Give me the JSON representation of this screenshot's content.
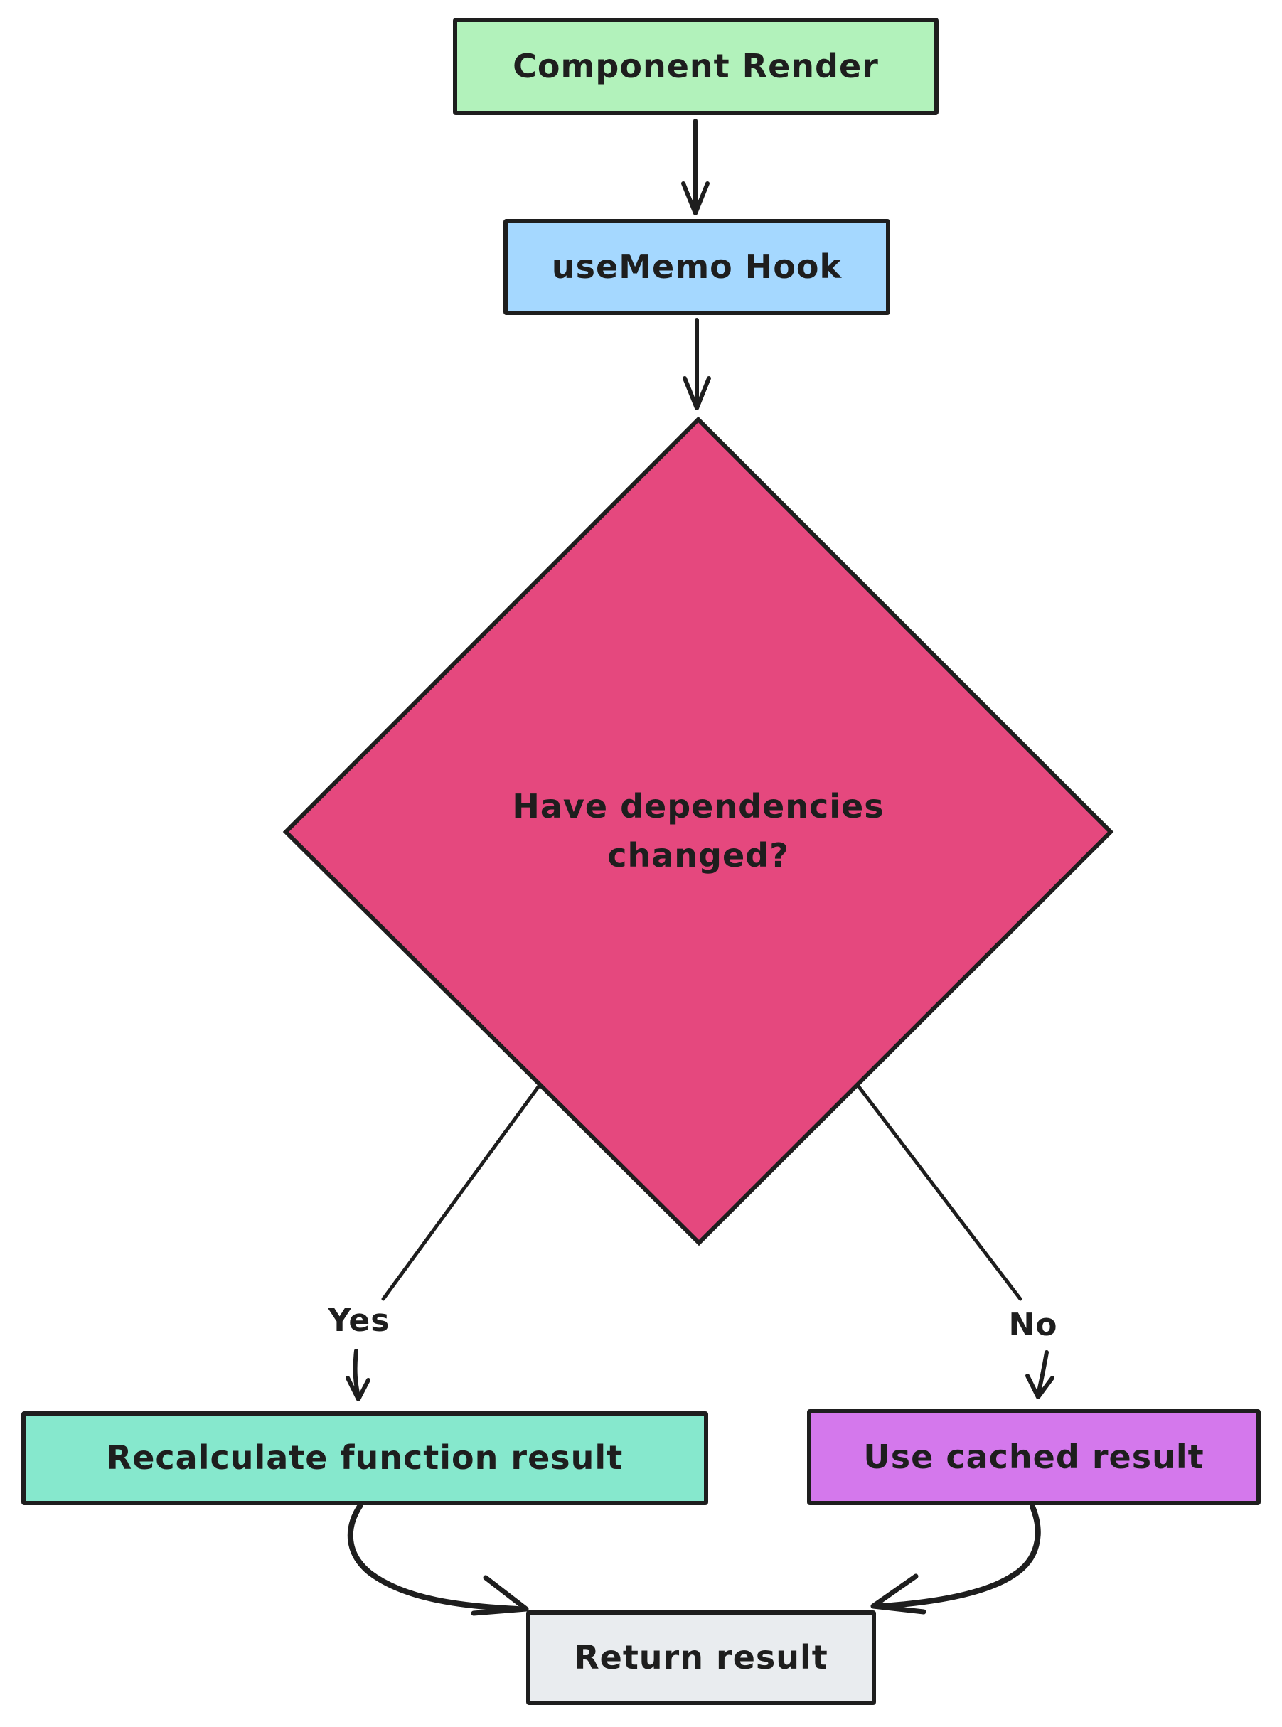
{
  "diagram": {
    "background": "#ffffff",
    "stroke_color": "#1e1e1e",
    "nodes": {
      "start": {
        "label": "Component Render",
        "fill": "#b2f2bb"
      },
      "hook": {
        "label": "useMemo Hook",
        "fill": "#a5d8ff"
      },
      "decision": {
        "label": "Have dependencies changed?",
        "fill": "#e5487e"
      },
      "recalculate": {
        "label": "Recalculate function result",
        "fill": "#86e8cd"
      },
      "cached": {
        "label": "Use cached result",
        "fill": "#d478ec"
      },
      "result": {
        "label": "Return result",
        "fill": "#e9ecef"
      }
    },
    "edges": {
      "yes_label": "Yes",
      "no_label": "No"
    }
  }
}
